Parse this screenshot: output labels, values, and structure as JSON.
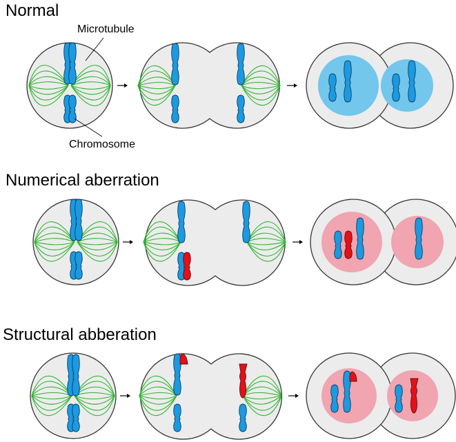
{
  "rows": [
    {
      "title": "Normal",
      "nucleus_color": "#73c6ec"
    },
    {
      "title": "Numerical aberration",
      "nucleus_color": "#f0a5b0"
    },
    {
      "title": "Structural abberation",
      "nucleus_color": "#f0a5b0"
    }
  ],
  "labels": {
    "microtubule": "Microtubule",
    "chromosome": "Chromosome"
  },
  "colors": {
    "cell": "#ececec",
    "microtubule": "#2db52d",
    "chromosome": "#1b9ae0",
    "aberrant_chromosome": "#e2111a"
  }
}
